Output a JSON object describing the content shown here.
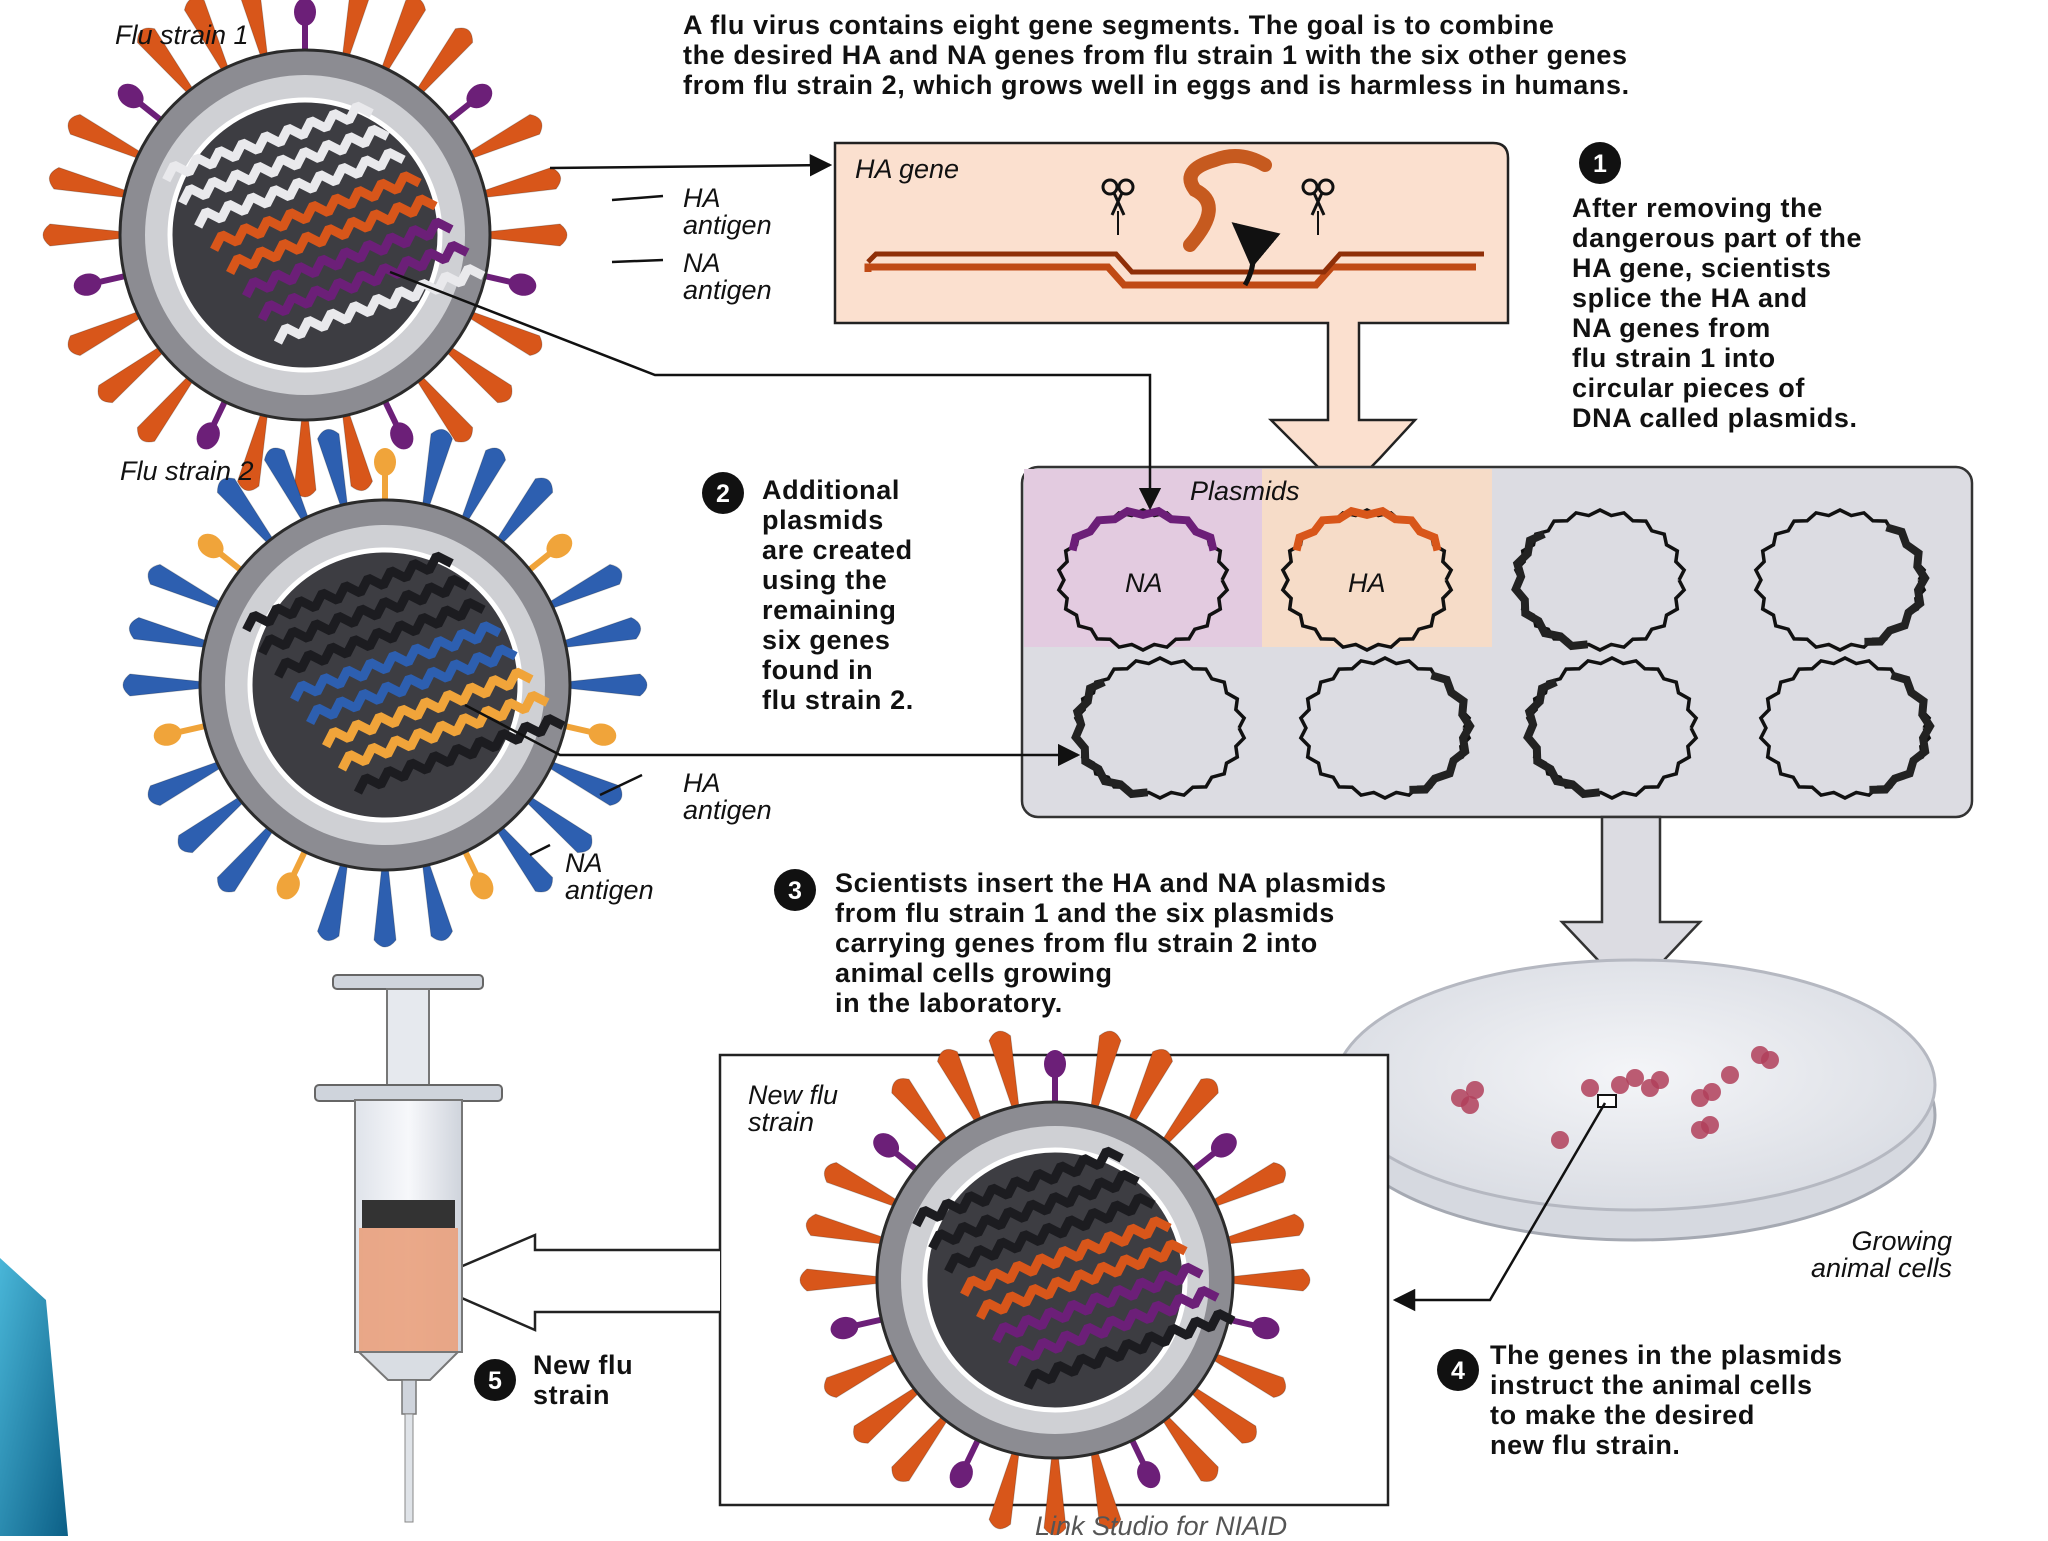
{
  "intro": "A flu virus contains eight gene segments.  The goal is to combine\nthe desired HA and NA genes from flu strain 1 with the six other genes\nfrom flu strain 2, which grows well in eggs and is harmless in humans.",
  "strain1": {
    "title": "Flu strain 1",
    "ha": "HA\nantigen",
    "na": "NA\nantigen"
  },
  "strain2": {
    "title": "Flu strain 2",
    "ha": "HA\nantigen",
    "na": "NA\nantigen"
  },
  "ha_gene_label": "HA gene",
  "plasmids": {
    "title": "Plasmids",
    "na": "NA",
    "ha": "HA"
  },
  "steps": [
    {
      "num": "1",
      "text": "After removing the\ndangerous part of the\nHA gene, scientists\nsplice the HA and\nNA genes from\nflu strain 1 into\ncircular pieces of\nDNA called plasmids."
    },
    {
      "num": "2",
      "text": "Additional\nplasmids\nare created\nusing the\nremaining\nsix genes\nfound in\nflu strain 2."
    },
    {
      "num": "3",
      "text": "Scientists insert the HA and NA plasmids\nfrom flu strain 1 and the six plasmids\ncarrying genes from flu strain 2 into\nanimal cells growing\nin the laboratory."
    },
    {
      "num": "4",
      "text": "The genes in the plasmids\ninstruct the animal cells\nto make the desired\nnew flu strain."
    },
    {
      "num": "5",
      "text": "New flu\nstrain"
    }
  ],
  "new_strain_label": "New flu\nstrain",
  "growing_cells_label": "Growing\nanimal cells",
  "credit": "Link Studio for NIAID",
  "colors": {
    "ha_orange": "#d8561a",
    "na_purple": "#6c1f78",
    "strain2_blue": "#2d5fb0",
    "strain2_orange": "#f0a43a",
    "ha_box_fill": "#fbe0cf",
    "plasmid_panel": "#dcdce2",
    "petri_cells": "#b0405a",
    "syringe_liquid": "#e9a07c",
    "slide_accent": "#1b8bb4"
  }
}
